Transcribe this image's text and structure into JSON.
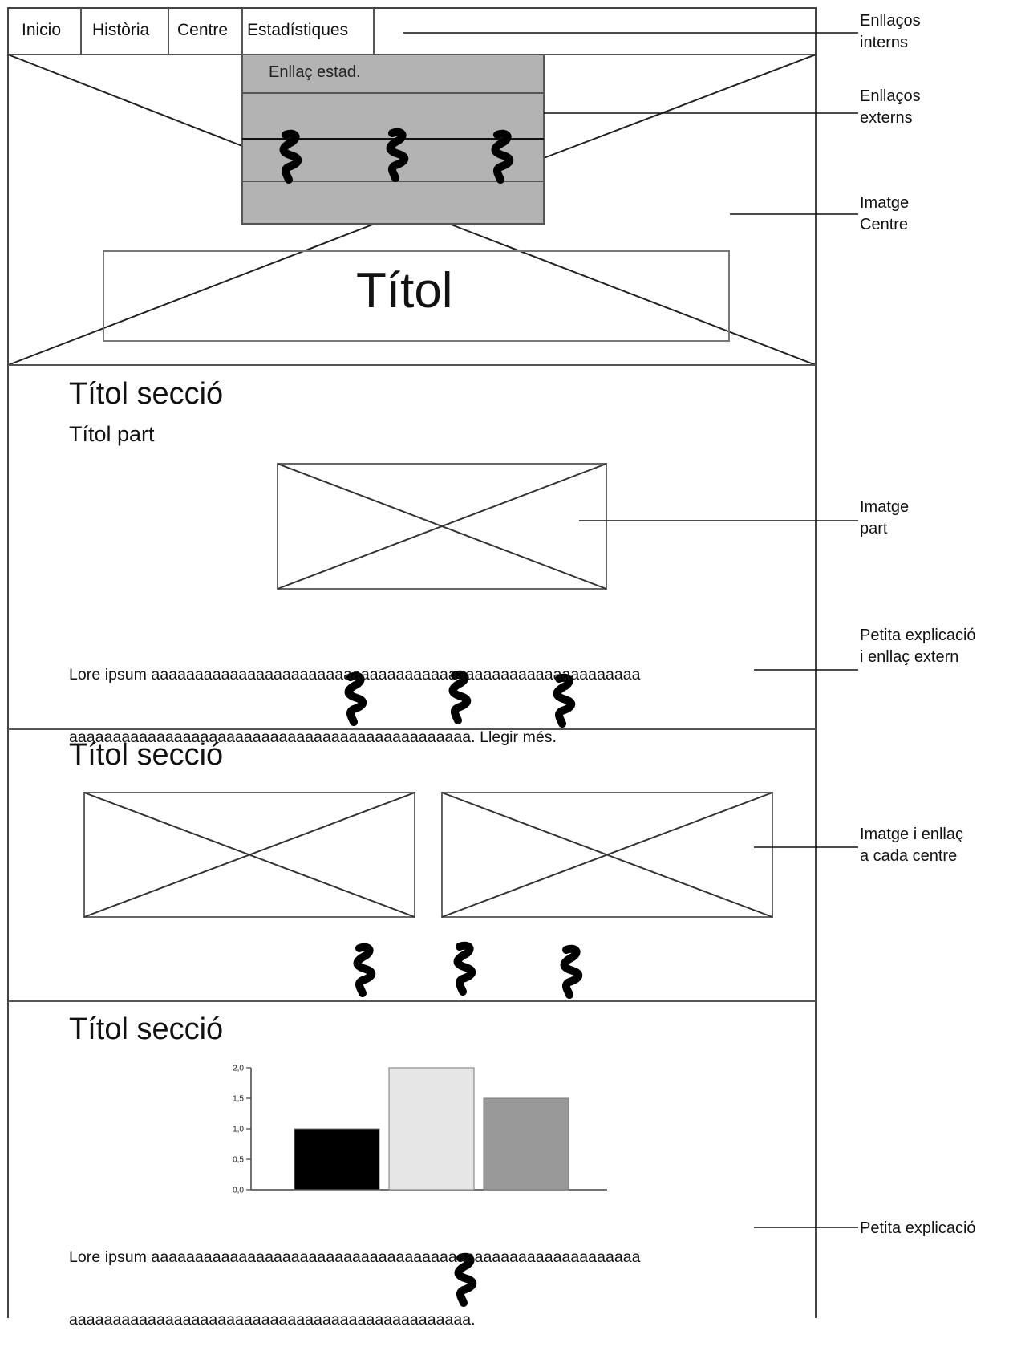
{
  "nav": {
    "items": [
      "Inicio",
      "Història",
      "Centre",
      "Estadístiques"
    ]
  },
  "hero": {
    "stats_link_label": "Enllaç estad.",
    "title": "Títol"
  },
  "section1": {
    "title": "Títol secció",
    "part_title": "Títol part",
    "text_line1": "Lore ipsum aaaaaaaaaaaaaaaaaaaaaaaaaaaaaaaaaaaaaaaaaaaaaaaaaaaaaaaa",
    "text_line2": "aaaaaaaaaaaaaaaaaaaaaaaaaaaaaaaaaaaaaaaaaaaaaa. Llegir més."
  },
  "section2": {
    "title": "Títol secció"
  },
  "section3": {
    "title": "Títol secció",
    "text_line1": "Lore ipsum aaaaaaaaaaaaaaaaaaaaaaaaaaaaaaaaaaaaaaaaaaaaaaaaaaaaaaaa",
    "text_line2": "aaaaaaaaaaaaaaaaaaaaaaaaaaaaaaaaaaaaaaaaaaaaaa."
  },
  "annotations": {
    "internal_links": "Enllaços\ninterns",
    "external_links": "Enllaços\nexterns",
    "center_image": "Imatge\nCentre",
    "part_image": "Imatge\npart",
    "explanation_link": "Petita explicació\ni enllaç extern",
    "image_link_center": "Imatge i enllaç\na cada centre",
    "explanation": "Petita explicació"
  },
  "chart_data": {
    "type": "bar",
    "categories": [
      "",
      "",
      ""
    ],
    "values": [
      1.0,
      2.0,
      1.5
    ],
    "colors": [
      "#000000",
      "#e6e6e6",
      "#999999"
    ],
    "yticks": [
      "0,0",
      "0,5",
      "1,0",
      "1,5",
      "2,0"
    ],
    "ylim": [
      0,
      2
    ],
    "title": "",
    "xlabel": "",
    "ylabel": ""
  }
}
